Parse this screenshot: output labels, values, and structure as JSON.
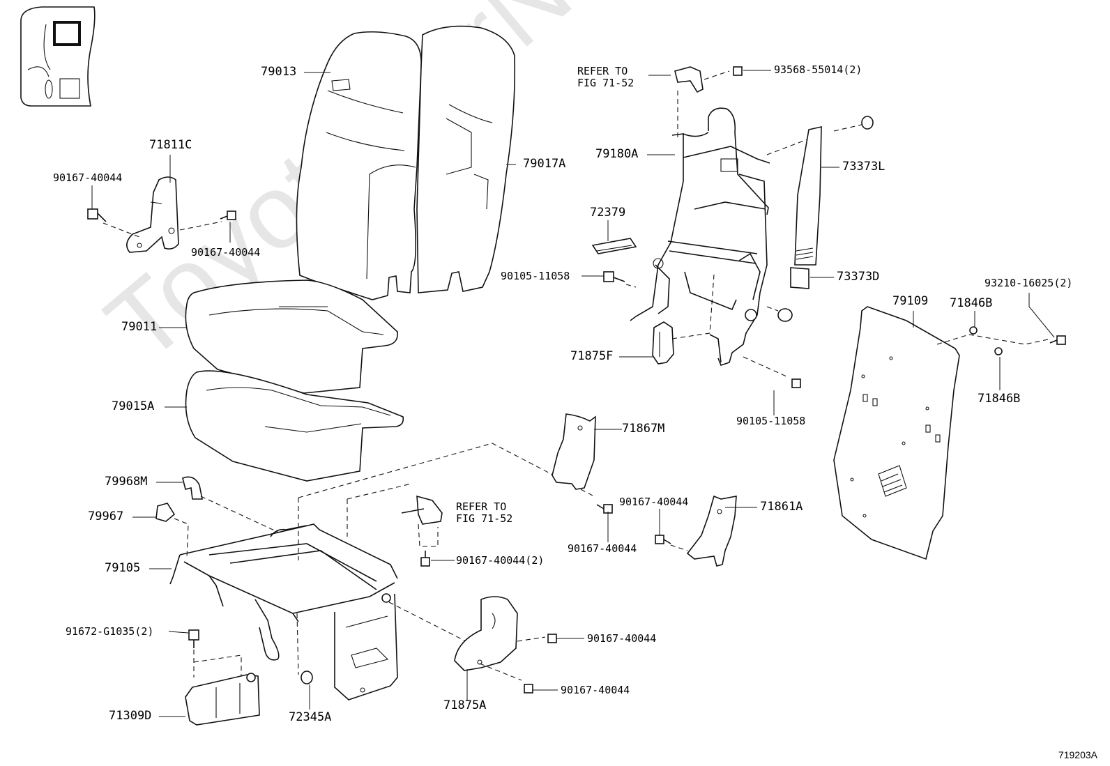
{
  "watermark": "ToyotaCarNine.ru",
  "figure_code": "719203A",
  "refer_note_top": "REFER TO\nFIG 71-52",
  "refer_note_mid": "REFER TO\nFIG 71-52",
  "labels": {
    "p79013": "79013",
    "p79017A": "79017A",
    "p71811C": "71811C",
    "p90167_a": "90167-40044",
    "p90167_b": "90167-40044",
    "p79011": "79011",
    "p79015A": "79015A",
    "p79968M": "79968M",
    "p79967": "79967",
    "p79105": "79105",
    "p91672": "91672-G1035(2)",
    "p71309D": "71309D",
    "p72345A": "72345A",
    "p90167_2": "90167-40044(2)",
    "p71875A": "71875A",
    "p90167_c": "90167-40044",
    "p90167_d": "90167-40044",
    "p90167_e": "90167-40044",
    "p90167_f": "90167-40044",
    "p71867M": "71867M",
    "p71861A": "71861A",
    "p93568": "93568-55014(2)",
    "p79180A": "79180A",
    "p72379": "72379",
    "p90105_a": "90105-11058",
    "p71875F": "71875F",
    "p90105_b": "90105-11058",
    "p73373L": "73373L",
    "p73373D": "73373D",
    "p79109": "79109",
    "p71846B_a": "71846B",
    "p71846B_b": "71846B",
    "p93210": "93210-16025(2)"
  }
}
